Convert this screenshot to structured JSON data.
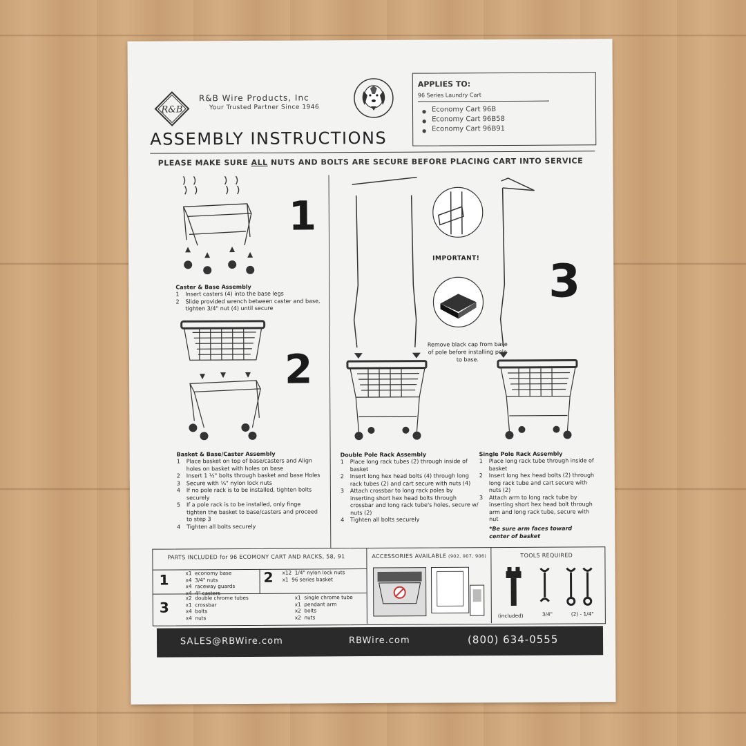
{
  "header": {
    "company": "R&B Wire Products, Inc",
    "tagline": "Your Trusted Partner Since 1946",
    "logo_text": "R&B",
    "title": "ASSEMBLY INSTRUCTIONS"
  },
  "applies": {
    "label": "APPLIES TO:",
    "subtitle": "96 Series Laundry Cart",
    "items": [
      "Economy Cart 96B",
      "Economy Cart 96B58",
      "Economy Cart 96B91"
    ]
  },
  "notice": {
    "before": "PLEASE MAKE SURE ",
    "emph": "ALL",
    "after": " NUTS AND BOLTS ARE SECURE BEFORE PLACING CART INTO SERVICE"
  },
  "steps": {
    "s1": {
      "number": "1",
      "heading": "Caster & Base Assembly",
      "items": [
        {
          "n": "1",
          "text": "Insert casters (4) into the base legs"
        },
        {
          "n": "2",
          "text": "Slide provided wrench between caster and base, tighten 3/4\" nut (4) until secure"
        }
      ]
    },
    "s2": {
      "number": "2",
      "heading": "Basket & Base/Caster Assembly",
      "items": [
        {
          "n": "1",
          "text": "Place basket on top of base/casters and Align holes on basket with holes on base"
        },
        {
          "n": "2",
          "text": "Insert 1 ½\" bolts through basket and base Holes"
        },
        {
          "n": "3",
          "text": "Secure with ¼\" nylon lock nuts"
        },
        {
          "n": "4",
          "text": "If no pole rack is to be installed, tighten bolts securely"
        },
        {
          "n": "5",
          "text": "If a pole rack is to be installed, only finge tighten the basket to base/casters and proceed to step 3"
        },
        {
          "n": "4",
          "text": "Tighten all bolts securely"
        }
      ]
    },
    "s3": {
      "number": "3",
      "important": "IMPORTANT!",
      "remove_note": "Remove black cap from base of pole before installing pole to base.",
      "double": {
        "heading": "Double Pole Rack Assembly",
        "items": [
          {
            "n": "1",
            "text": "Place long rack tubes (2) through inside of basket"
          },
          {
            "n": "2",
            "text": "Insert long hex head bolts (4) through long rack tubes (2) and cart secure with nuts (4)"
          },
          {
            "n": "3",
            "text": "Attach crossbar to long rack poles by inserting short hex head bolts through crossbar and long rack tube's holes, secure w/ nuts (2)"
          },
          {
            "n": "4",
            "text": "Tighten all bolts securely"
          }
        ]
      },
      "single": {
        "heading": "Single Pole Rack Assembly",
        "items": [
          {
            "n": "1",
            "text": "Place long rack tube through inside of basket"
          },
          {
            "n": "2",
            "text": "Insert long hex head bolts (2) through long rack tube and cart secure with nuts (2)"
          },
          {
            "n": "3",
            "text": "Attach arm to long rack tube by inserting short hex head bolt through arm and long rack tube, secure with nut"
          }
        ],
        "note": "*Be sure arm faces toward center of basket"
      }
    }
  },
  "parts": {
    "header": "PARTS INCLUDED for 96 ECOMONY CART AND RACKS, 58, 91",
    "g1": {
      "n": "1",
      "rows": [
        {
          "q": "x1",
          "name": "economy base"
        },
        {
          "q": "x4",
          "name": "3/4\" nuts"
        },
        {
          "q": "x4",
          "name": "raceway guards"
        },
        {
          "q": "x4",
          "name": "4\" casters"
        }
      ]
    },
    "g2": {
      "n": "2",
      "rows": [
        {
          "q": "x12",
          "name": "1/4\" nylon lock nuts"
        },
        {
          "q": "x1",
          "name": "96 series basket"
        }
      ]
    },
    "g3": {
      "n": "3",
      "left": [
        {
          "q": "x2",
          "name": "double chrome tubes"
        },
        {
          "q": "x1",
          "name": "crossbar"
        },
        {
          "q": "x4",
          "name": "bolts"
        },
        {
          "q": "x4",
          "name": "nuts"
        }
      ],
      "right": [
        {
          "q": "x1",
          "name": "single chrome tube"
        },
        {
          "q": "x1",
          "name": "pendant arm"
        },
        {
          "q": "x2",
          "name": "bolts"
        },
        {
          "q": "x2",
          "name": "nuts"
        }
      ]
    }
  },
  "accessories": {
    "header": "ACCESSORIES AVAILABLE",
    "codes": "(902, 907, 906)"
  },
  "tools": {
    "header": "TOOLS REQUIRED",
    "labels": [
      "(included)",
      "3/4\"",
      "(2) - 1/4\""
    ]
  },
  "footer": {
    "email": "SALES@RBWire.com",
    "site": "RBWire.com",
    "phone": "(800) 634-0555"
  }
}
